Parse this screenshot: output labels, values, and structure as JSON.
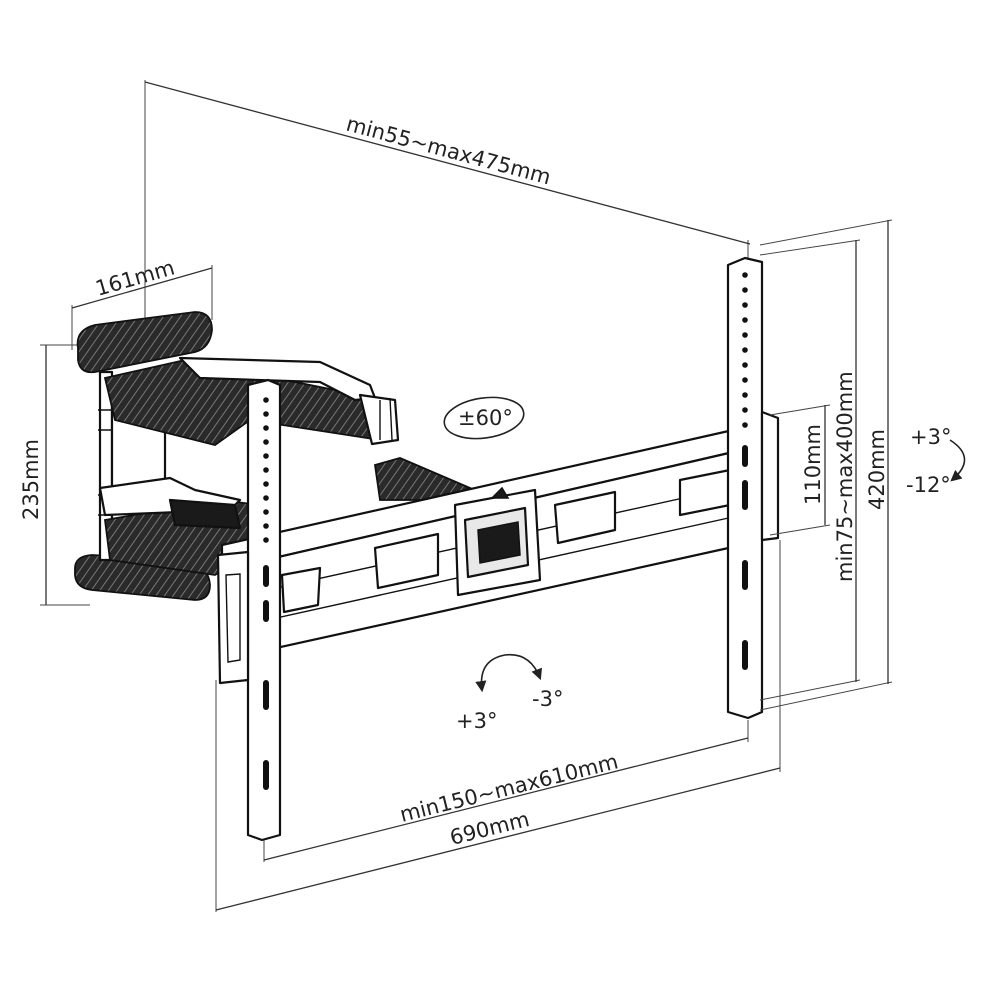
{
  "dimensions": {
    "wall_plate_width": "161mm",
    "wall_plate_height": "235mm",
    "extension": "min55~max475mm",
    "vertical_spacing": "min75~max400mm",
    "vertical_small": "110mm",
    "vertical_total": "420mm",
    "horizontal_spacing": "min150~max610mm",
    "horizontal_total": "690mm"
  },
  "rotations": {
    "swivel": "±60°",
    "tilt_up": "+3°",
    "tilt_down": "-12°",
    "level_plus": "+3°",
    "level_minus": "-3°"
  }
}
